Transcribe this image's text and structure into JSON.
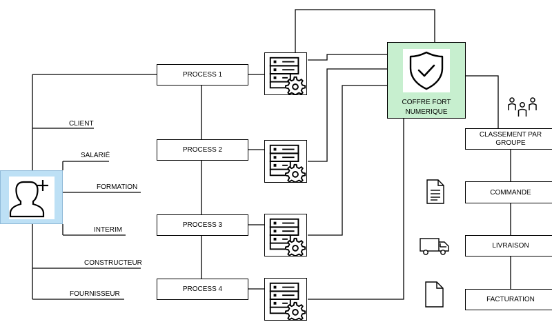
{
  "user_node": {
    "icon": "user-add-icon"
  },
  "roles": [
    "CLIENT",
    "SALARIÉ",
    "FORMATION",
    "INTERIM",
    "CONSTRUCTEUR",
    "FOURNISSEUR"
  ],
  "processes": [
    "PROCESS 1",
    "PROCESS 2",
    "PROCESS 3",
    "PROCESS 4"
  ],
  "server_icon": "server-gear-icon",
  "vault": {
    "icon": "shield-check-icon",
    "label_line1": "COFFRE FORT",
    "label_line2": "NUMERIQUE"
  },
  "right_flow": {
    "group_icon": "group-people-icon",
    "classement_line1": "CLASSEMENT PAR",
    "classement_line2": "GROUPE",
    "commande": "COMMANDE",
    "commande_icon": "document-icon",
    "livraison": "LIVRAISON",
    "livraison_icon": "truck-icon",
    "facturation": "FACTURATION",
    "facturation_icon": "blank-file-icon"
  },
  "colors": {
    "line": "#000000",
    "user_fill": "#bde0f5",
    "vault_fill": "#c7efcf"
  }
}
